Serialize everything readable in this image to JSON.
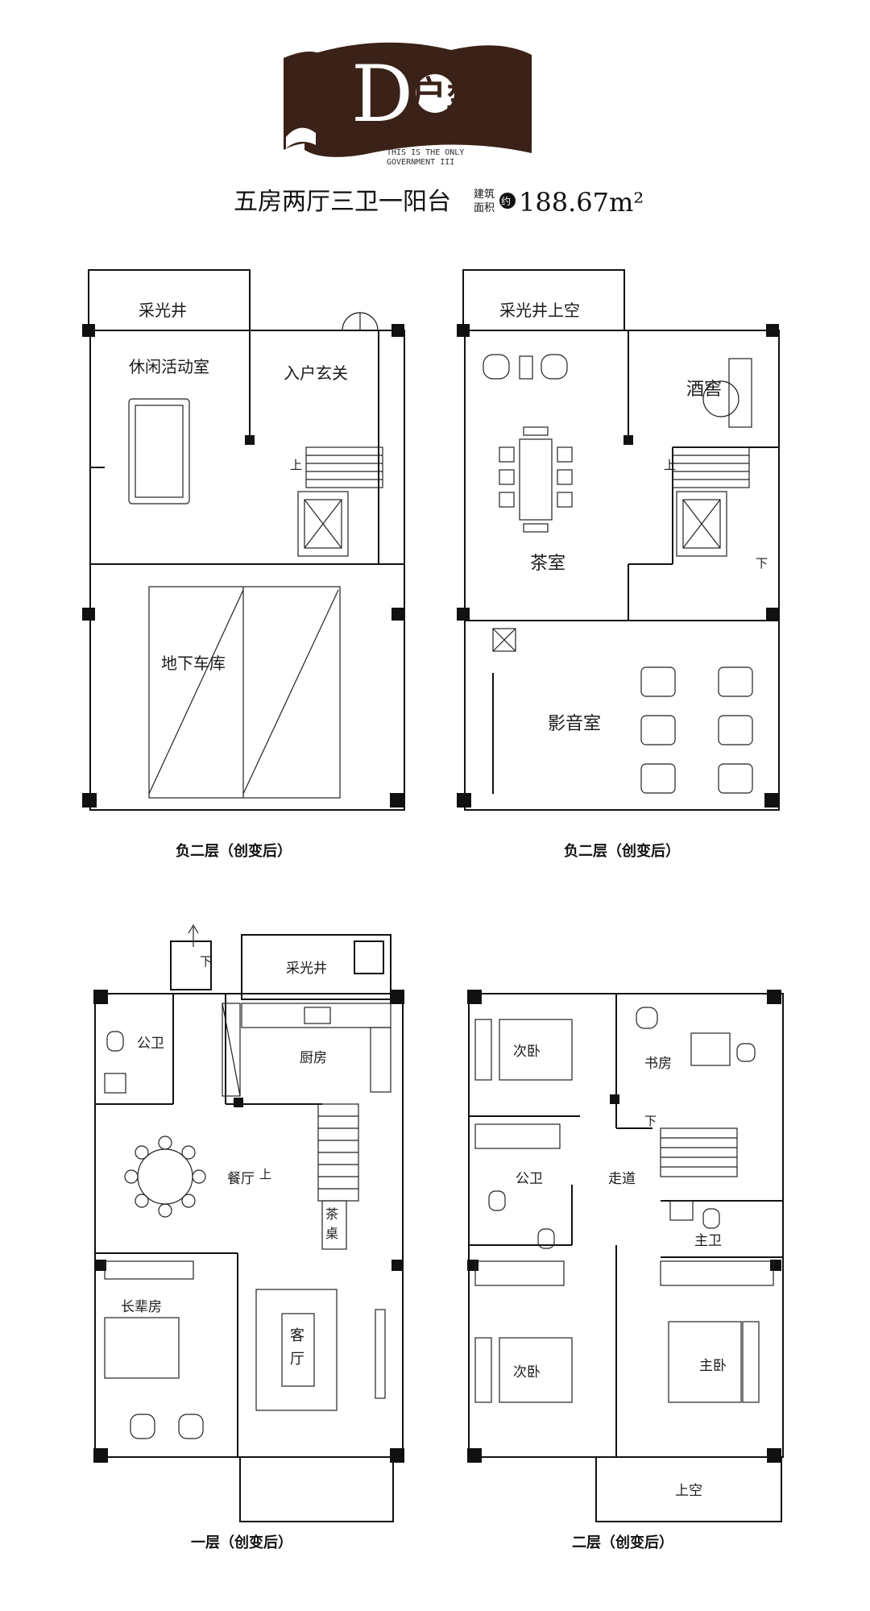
{
  "header": {
    "logo_letter": "D",
    "logo_suffix": "户型",
    "logo_tagline_1": "THIS IS THE ONLY",
    "logo_tagline_2": "GOVERNMENT III",
    "layout_desc": "五房两厅三卫一阳台",
    "area_label_1": "建筑",
    "area_label_2": "面积",
    "area_approx": "约",
    "area_value": "188.67m²"
  },
  "plans": {
    "b2_left": {
      "caption": "负二层（创变后）",
      "rooms": {
        "lightwell": "采光井",
        "leisure": "休闲活动室",
        "entry": "入户玄关",
        "garage": "地下车库",
        "stair_up": "上"
      }
    },
    "b2_right": {
      "caption": "负二层（创变后）",
      "rooms": {
        "lightwell_void": "采光井上空",
        "wine": "酒窖",
        "tea": "茶室",
        "theater": "影音室",
        "stair_up": "上",
        "stair_down": "下"
      }
    },
    "f1": {
      "caption": "一层（创变后）",
      "rooms": {
        "lightwell": "采光井",
        "bath": "公卫",
        "kitchen": "厨房",
        "dining": "餐厅",
        "stair_up": "上",
        "tea_table_1": "茶",
        "tea_table_2": "桌",
        "elder": "长辈房",
        "living_1": "客",
        "living_2": "厅",
        "down": "下"
      }
    },
    "f2": {
      "caption": "二层（创变后）",
      "rooms": {
        "bed_a": "次卧",
        "study": "书房",
        "corridor": "走道",
        "bath": "公卫",
        "master_bath": "主卫",
        "bed_b": "次卧",
        "master": "主卧",
        "void": "上空",
        "stair_down": "下"
      }
    }
  }
}
